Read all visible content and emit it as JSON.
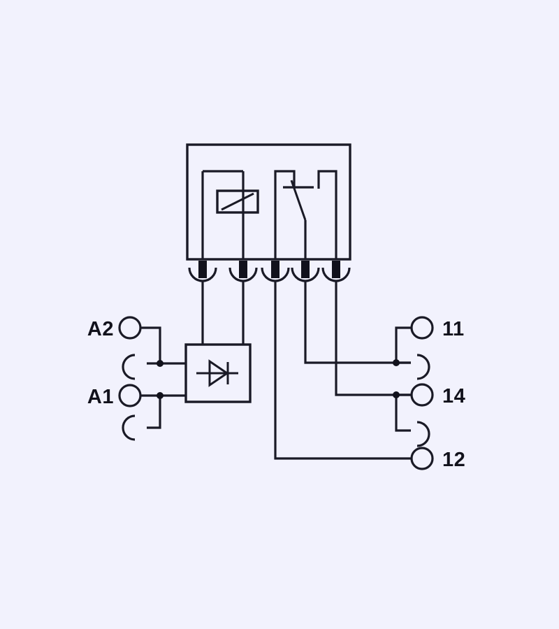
{
  "diagram": {
    "title": "Relay module wiring diagram",
    "type": "electrical-schematic",
    "background_color": "#f2f2fd",
    "line_color": "#1a1a26"
  },
  "relay_module": {
    "name": "relay-enclosure",
    "pin_count": 5,
    "coil_symbol": "relay-coil",
    "contact_symbol": "changeover-contact"
  },
  "suppressor": {
    "name": "freewheeling-diode",
    "symbol": "diode"
  },
  "terminals": {
    "coil": [
      {
        "id": "A2",
        "label": "A2",
        "side": "left"
      },
      {
        "id": "A1",
        "label": "A1",
        "side": "left"
      }
    ],
    "contact": [
      {
        "id": "11",
        "label": "11",
        "side": "right"
      },
      {
        "id": "14",
        "label": "14",
        "side": "right"
      },
      {
        "id": "12",
        "label": "12",
        "side": "right"
      }
    ]
  }
}
